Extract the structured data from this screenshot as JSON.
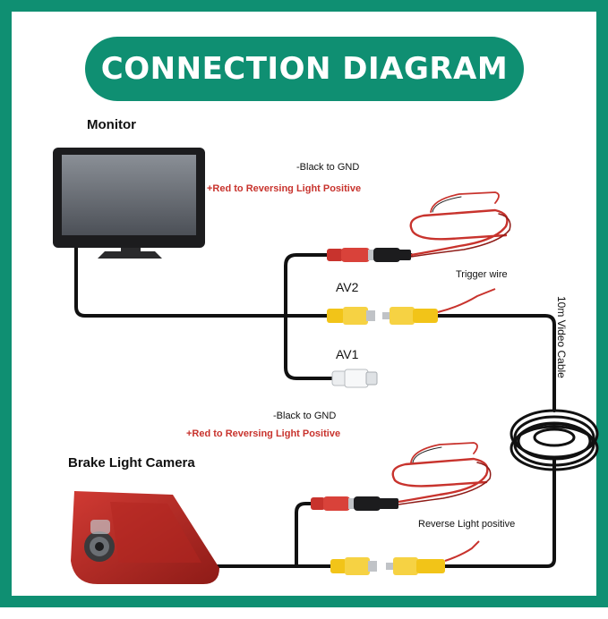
{
  "title": "CONNECTION DIAGRAM",
  "devices": {
    "monitor": "Monitor",
    "camera": "Brake Light Camera"
  },
  "ports": {
    "av2": "AV2",
    "av1": "AV1"
  },
  "labels": {
    "monitor_gnd": "-Black to GND",
    "monitor_positive": "+Red to Reversing Light Positive",
    "trigger_wire": "Trigger wire",
    "video_cable": "10m Video Cable",
    "camera_gnd": "-Black to GND",
    "camera_positive": "+Red to Reversing Light Positive",
    "reverse_light": "Reverse Light positive"
  },
  "colors": {
    "brand": "#0f8f72",
    "power_red": "#c8332d",
    "rca_yellow": "#f2c418",
    "wire_black": "#111111"
  }
}
